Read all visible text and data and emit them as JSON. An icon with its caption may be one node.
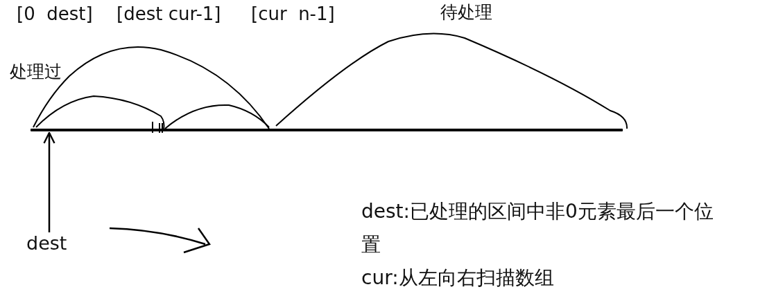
{
  "diagram": {
    "nodes": [
      {
        "text": [
          "dest"
        ]
      },
      {
        "text": [],
        "shape": "bar"
      }
    ],
    "edges": [
      {
        "from": 0,
        "to": 1,
        "arrow": "to"
      }
    ],
    "labels": [
      "[0  dest]",
      "[dest cur-1]",
      "[cur  n-1]",
      "待处理",
      "处理过",
      "dest:已处理的区间中非0元素最后一个位置",
      "cur:从左向右扫描数组"
    ]
  }
}
